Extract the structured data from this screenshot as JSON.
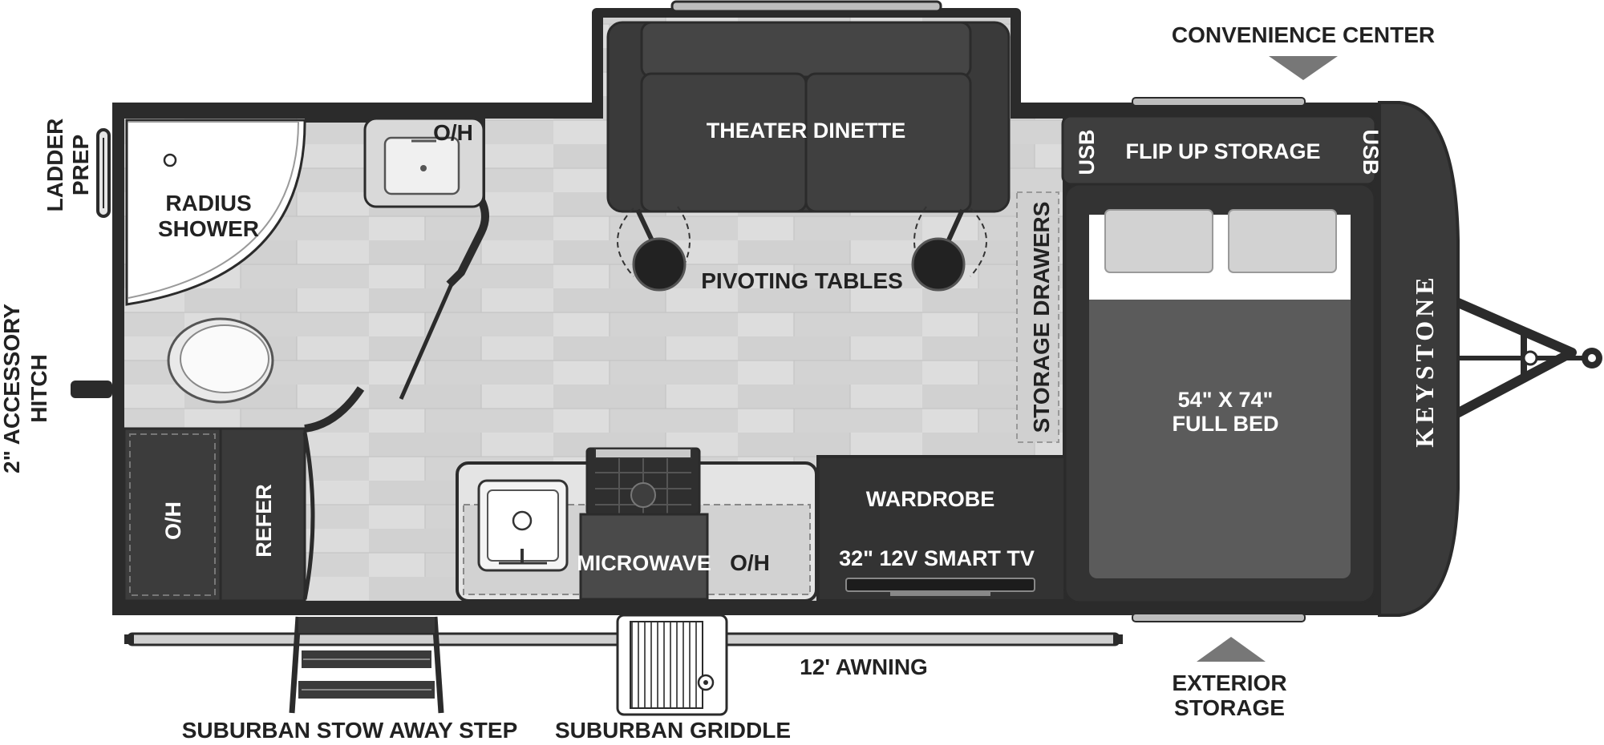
{
  "brand": "KEYSTONE",
  "colors": {
    "wall": "#2b2b2b",
    "floor": "#d6d6d6",
    "dark_furniture": "#3e3e3e",
    "bed": "#5a5a5a",
    "label_dark": "#222222",
    "label_light": "#ffffff"
  },
  "labels": {
    "convenience_center": "CONVENIENCE CENTER",
    "ladder_prep_1": "LADDER",
    "ladder_prep_2": "PREP",
    "accessory_hitch_1": "2\" ACCESSORY",
    "accessory_hitch_2": "HITCH",
    "radius_shower_1": "RADIUS",
    "radius_shower_2": "SHOWER",
    "bath_oh": "O/H",
    "theater_dinette": "THEATER DINETTE",
    "pivoting_tables": "PIVOTING TABLES",
    "storage_drawers": "STORAGE DRAWERS",
    "usb_left": "USB",
    "usb_right": "USB",
    "flip_up_storage": "FLIP UP STORAGE",
    "bed_size": "54\" X 74\"",
    "bed_type": "FULL BED",
    "pantry_oh": "O/H",
    "refer": "REFER",
    "microwave": "MICROWAVE",
    "kitchen_oh": "O/H",
    "wardrobe": "WARDROBE",
    "tv": "32\" 12V SMART TV",
    "awning": "12' AWNING",
    "exterior_storage_1": "EXTERIOR",
    "exterior_storage_2": "STORAGE",
    "stow_away_step": "SUBURBAN STOW AWAY STEP",
    "griddle": "SUBURBAN GRIDDLE"
  }
}
